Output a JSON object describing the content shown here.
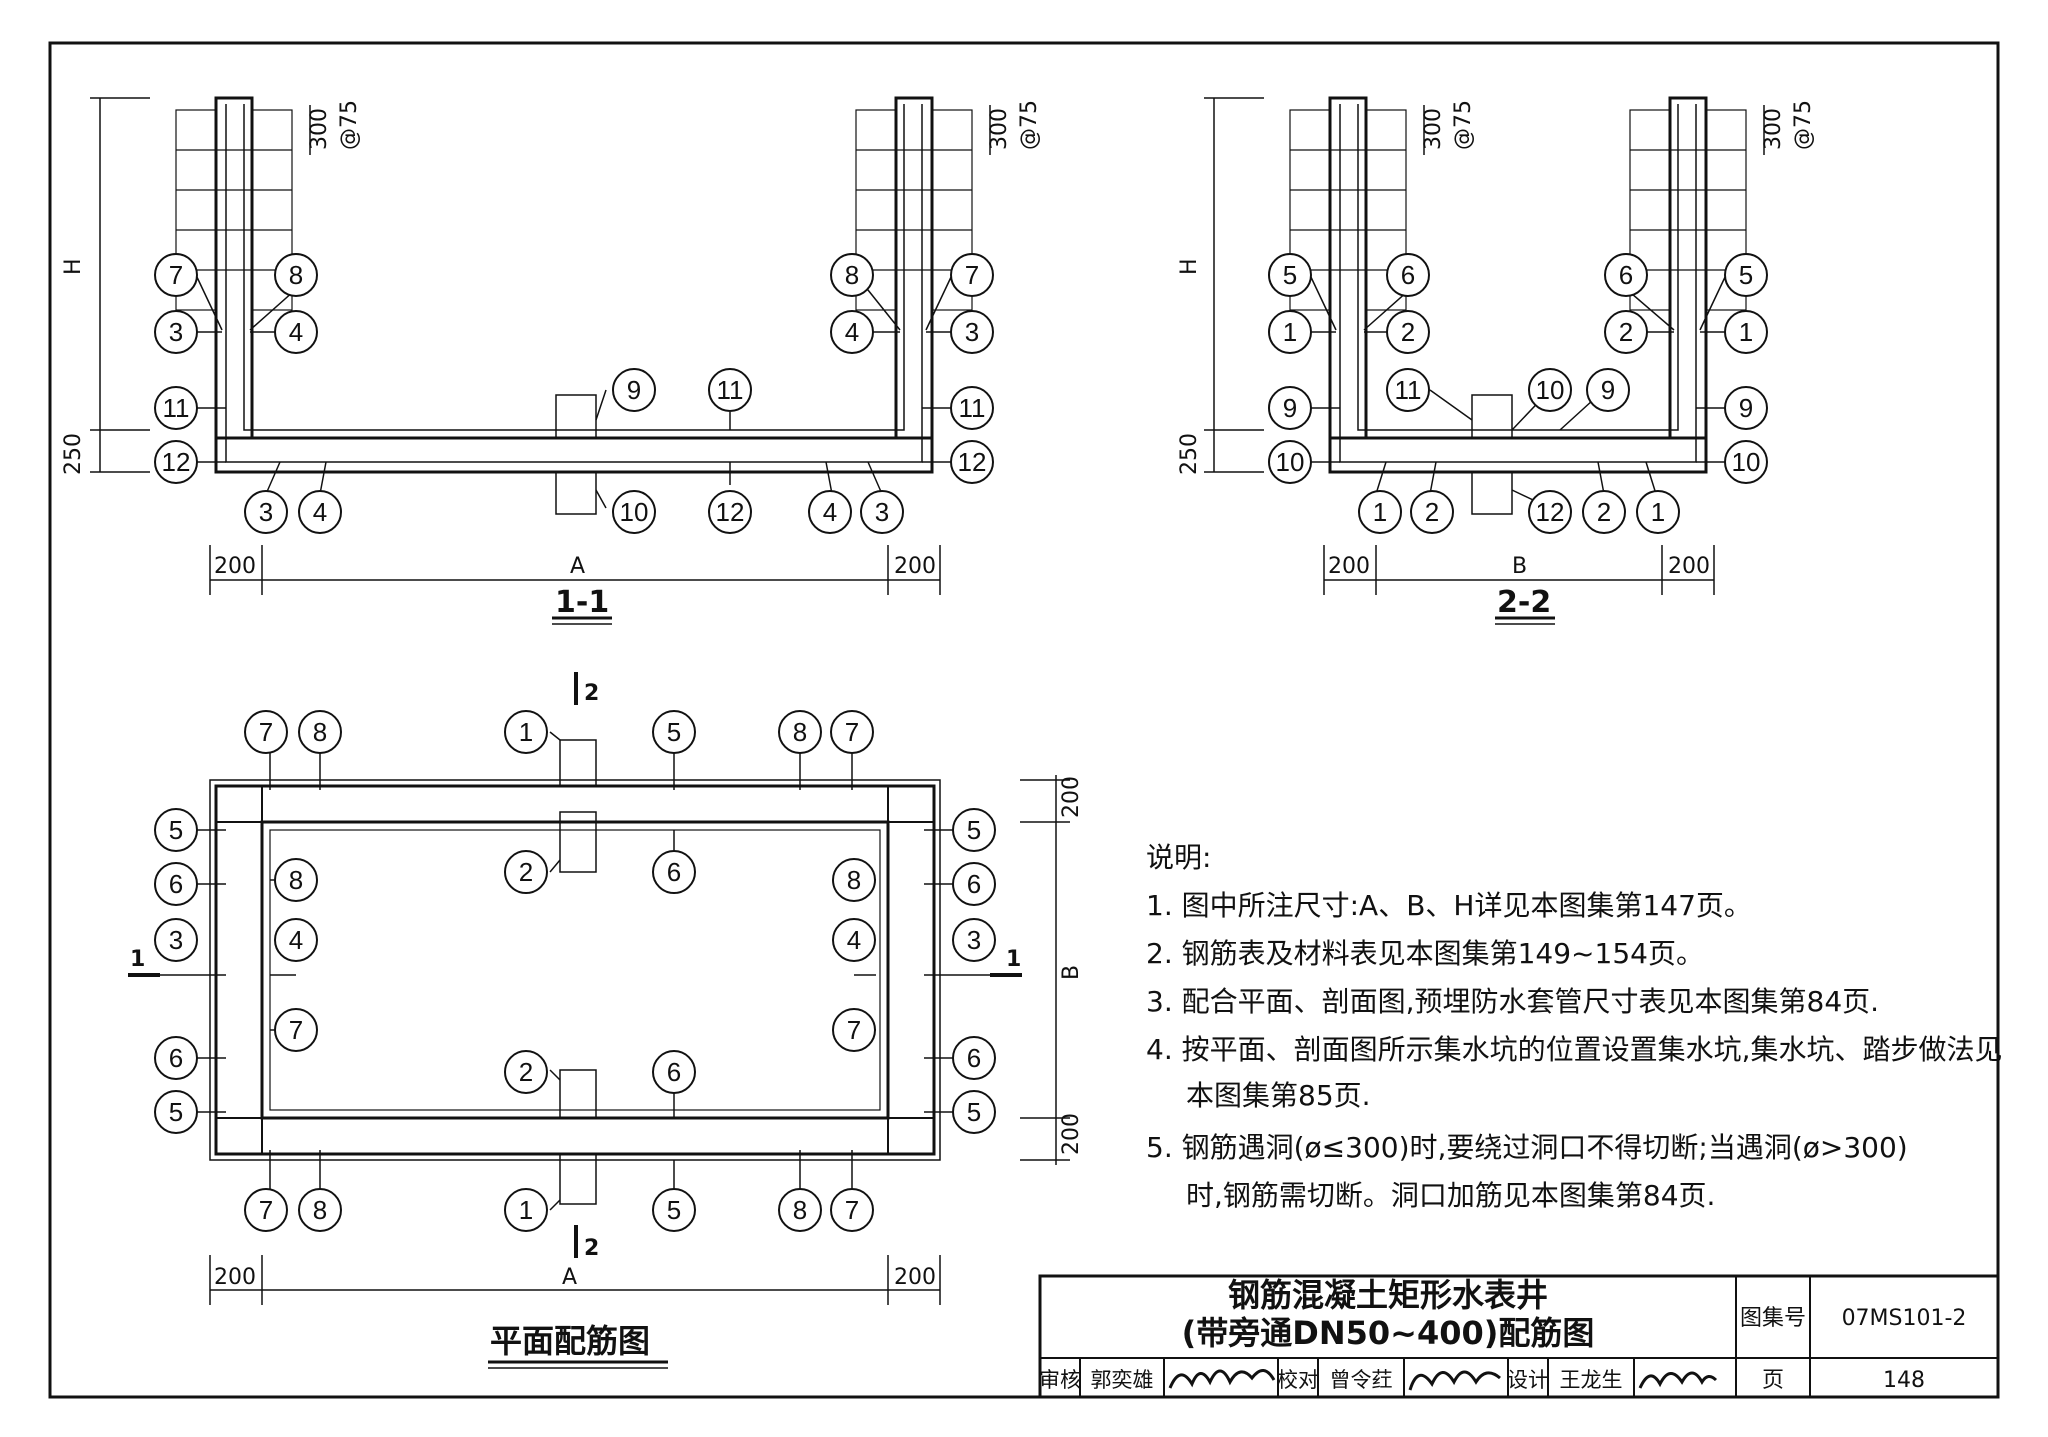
{
  "sections": {
    "s11": {
      "title": "1-1",
      "dim_A": "A",
      "dim_side": "200",
      "dim_H": "H",
      "dim_250": "250",
      "dim_300": "300",
      "dim_at75": "@75"
    },
    "s22": {
      "title": "2-2",
      "dim_B": "B",
      "dim_side": "200",
      "dim_H": "H",
      "dim_250": "250",
      "dim_300": "300",
      "dim_at75": "@75"
    },
    "plan": {
      "title": "平面配筋图",
      "dim_A": "A",
      "dim_B": "B",
      "dim_side": "200",
      "cut_1": "1",
      "cut_2": "2"
    }
  },
  "notes": {
    "heading": "说明:",
    "items": [
      "1. 图中所注尺寸:A、B、H详见本图集第147页。",
      "2. 钢筋表及材料表见本图集第149~154页。",
      "3. 配合平面、剖面图,预埋防水套管尺寸表见本图集第84页.",
      "4. 按平面、剖面图所示集水坑的位置设置集水坑,集水坑、踏步做法见",
      "本图集第85页.",
      "5. 钢筋遇洞(ø≤300)时,要绕过洞口不得切断;当遇洞(ø>300)",
      "时,钢筋需切断。洞口加筋见本图集第84页."
    ]
  },
  "title_block": {
    "title_line1": "钢筋混凝土矩形水表井",
    "title_line2": "(带旁通DN50~400)配筋图",
    "atlas_label": "图集号",
    "atlas_no": "07MS101-2",
    "page_label": "页",
    "page_no": "148",
    "review_label": "审核",
    "reviewer": "郭奕雄",
    "check_label": "校对",
    "checker": "曾令荭",
    "design_label": "设计",
    "designer": "王龙生"
  }
}
